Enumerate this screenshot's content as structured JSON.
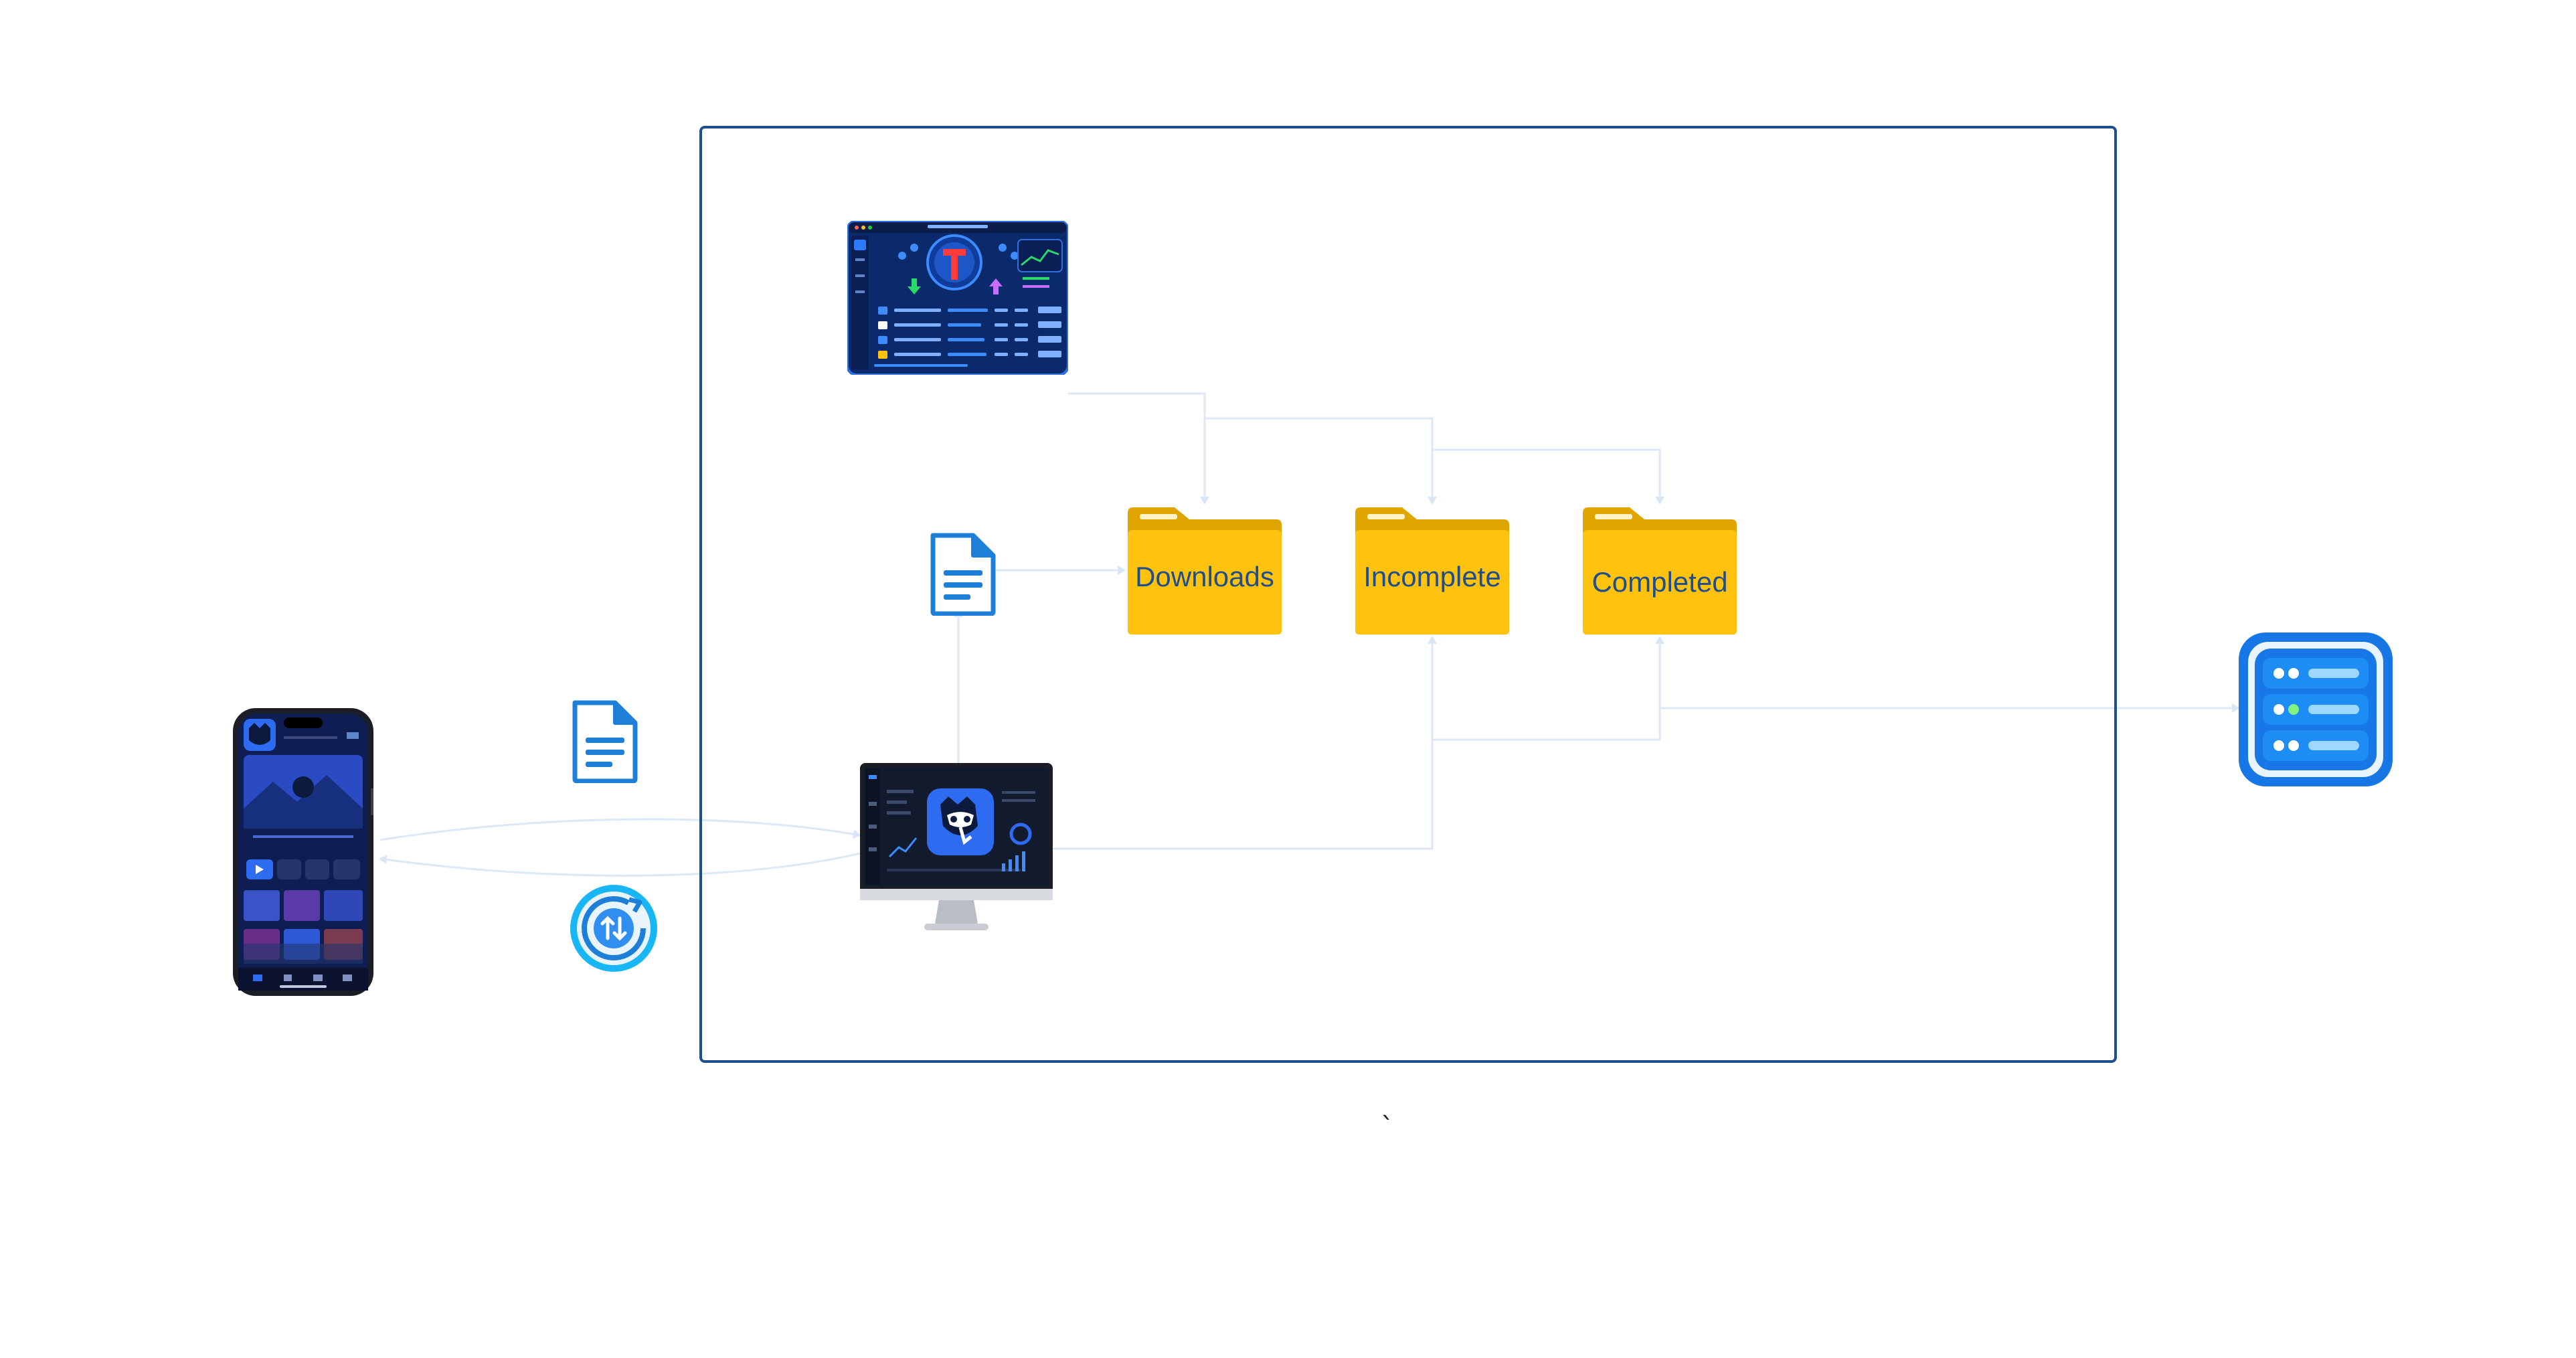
{
  "folders": {
    "downloads": {
      "label": "Downloads"
    },
    "incomplete": {
      "label": "Incomplete"
    },
    "completed": {
      "label": "Completed"
    }
  },
  "annotation": {
    "mark": "`"
  },
  "icons": {
    "torrent_client": "torrent-client-window-icon",
    "document": "document-icon",
    "desktop": "desktop-monitor-icon",
    "phone": "smartphone-icon",
    "sync": "sync-icon",
    "server": "server-icon"
  },
  "colors": {
    "container_border": "#1c4f8e",
    "folder_body": "#ffc20e",
    "folder_tab": "#e0a500",
    "folder_text": "#1f4e8c",
    "doc_blue": "#1e7fd8",
    "server_blue": "#1877e6",
    "wire": "#d9e6f5"
  }
}
